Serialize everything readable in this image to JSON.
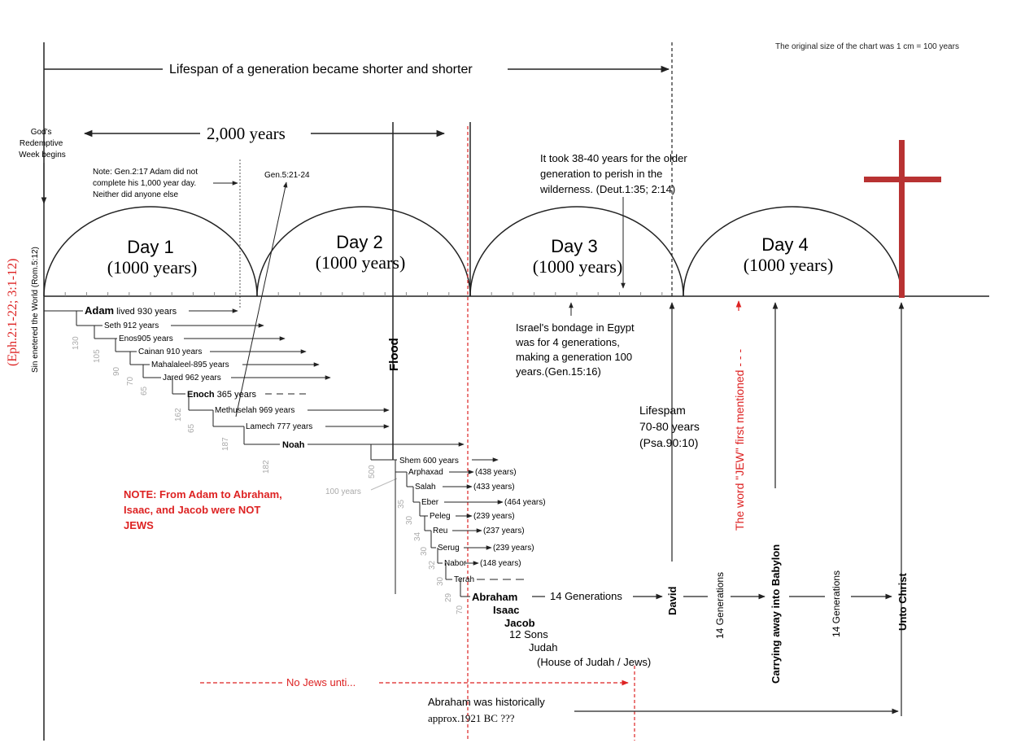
{
  "note_scale": "The original size of the chart was 1 cm = 100 years",
  "header": {
    "lifespan_arrow": "Lifespan of a generation became shorter and shorter",
    "two_thousand": "2,000 years"
  },
  "week_begins": [
    "God's",
    "Redemptive",
    "Week begins"
  ],
  "side_notes": {
    "eph": "(Eph.2:1-22; 3:1-12)",
    "sin": "Sin enetered the World  (Rom.5:12)",
    "gen217": [
      "Note: Gen.2:17 Adam did not",
      "complete his 1,000 year day.",
      "Neither did anyone else"
    ],
    "gen521": "Gen.5:21-24",
    "took": [
      "It took 38-40 years for the older",
      "generation to perish in the",
      "wilderness. (Deut.1:35; 2:14)"
    ],
    "bondage": [
      "Israel's bondage in Egypt",
      "was for 4 generations,",
      "making a generation 100",
      "years.(Gen.15:16)"
    ],
    "lifespam": [
      "Lifespam",
      "70-80 years",
      "(Psa.90:10)"
    ],
    "not_jews": [
      "NOTE: From Adam to Abraham,",
      "Isaac, and Jacob were NOT",
      "JEWS"
    ],
    "jew_first": "The word \"JEW\" first mentioned - - -",
    "no_jews": "No Jews unti...",
    "historically": [
      "Abraham was historically",
      "approx.1921 BC ???"
    ]
  },
  "days": [
    {
      "title": "Day 1",
      "sub": "(1000 years)"
    },
    {
      "title": "Day 2",
      "sub": "(1000 years)"
    },
    {
      "title": "Day 3",
      "sub": "(1000 years)"
    },
    {
      "title": "Day 4",
      "sub": "(1000 years)"
    }
  ],
  "patriarchs": [
    {
      "bold": "Adam",
      "rest": " lived 930 years"
    },
    {
      "bold": "",
      "rest": "Seth 912  years"
    },
    {
      "bold": "",
      "rest": "Enos905 years"
    },
    {
      "bold": "",
      "rest": "Cainan 910 years"
    },
    {
      "bold": "",
      "rest": "Mahalaleel-895 years"
    },
    {
      "bold": "",
      "rest": "Jared 962 years"
    },
    {
      "bold": "Enoch",
      "rest": " 365 years"
    },
    {
      "bold": "",
      "rest": "Methuselah 969 years"
    },
    {
      "bold": "",
      "rest": "Lamech 777 years"
    },
    {
      "bold": "Noah",
      "rest": ""
    }
  ],
  "ages": [
    "130",
    "105",
    "90",
    "70",
    "65",
    "162",
    "65",
    "187",
    "182",
    "500",
    "100 years",
    "35",
    "30",
    "34",
    "30",
    "32",
    "30",
    "29",
    "70"
  ],
  "postflood": [
    {
      "name": "Shem 600 years",
      "years": ""
    },
    {
      "name": "Arphaxad",
      "years": "(438 years)"
    },
    {
      "name": "Salah",
      "years": "(433 years)"
    },
    {
      "name": "Eber",
      "years": "(464 years)"
    },
    {
      "name": "Peleg",
      "years": "(239 years)"
    },
    {
      "name": "Reu",
      "years": "(237 years)"
    },
    {
      "name": "Serug",
      "years": "(239 years)"
    },
    {
      "name": "Nabor",
      "years": "(148 years)"
    },
    {
      "name": "Terah",
      "years": ""
    }
  ],
  "flood": "Flood",
  "abraham": [
    "Abraham",
    "Isaac",
    "Jacob"
  ],
  "sons": [
    "12 Sons",
    "Judah",
    "(House of Judah / Jews)"
  ],
  "fourteen": "14 Generations",
  "david": "David",
  "babylon": "Carrying away into Babylon",
  "unto_christ": "Unto Christ",
  "colors": {
    "red": "#dd2222",
    "cross": "#b83232",
    "line": "#222222"
  }
}
